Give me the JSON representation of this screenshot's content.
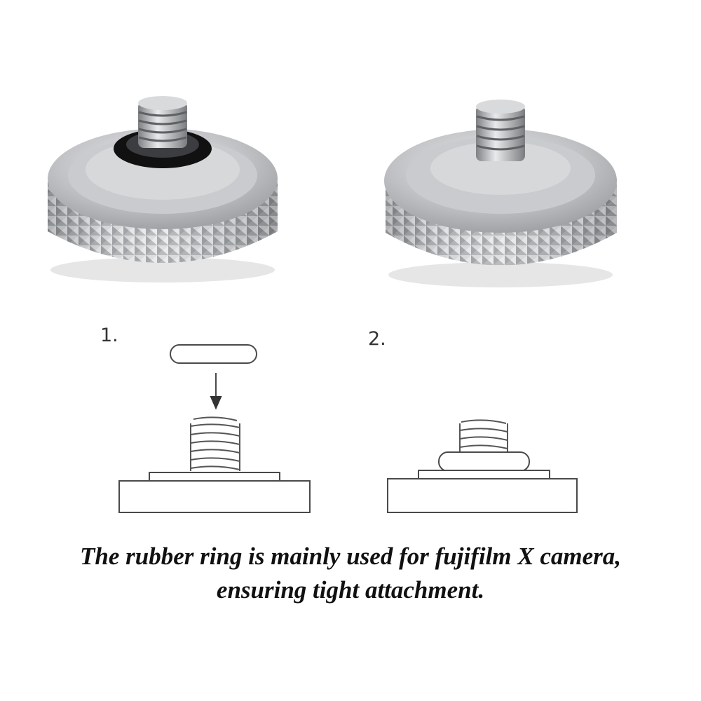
{
  "products": [
    {
      "name": "shutter-button-with-rubber-ring"
    },
    {
      "name": "shutter-button-without-rubber-ring"
    }
  ],
  "steps": [
    {
      "label": "1."
    },
    {
      "label": "2."
    }
  ],
  "caption": {
    "line1": "The rubber ring is mainly used for fujifilm X camera,",
    "line2": "ensuring tight attachment."
  }
}
